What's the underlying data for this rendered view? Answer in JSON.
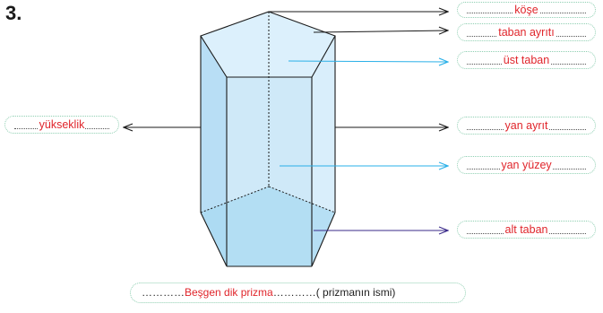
{
  "problem_number": "3.",
  "labels": {
    "kose": "köşe",
    "taban_ayriti": "taban ayrıtı",
    "ust_taban": "üst taban",
    "yukseklik": "yükseklik",
    "yan_ayrit": "yan ayrıt",
    "yan_yuzey": "yan yüzey",
    "alt_taban": "alt taban"
  },
  "answer": {
    "leading_dots": "…………",
    "name": "Beşgen dik prizma",
    "trailing_dots": "…………",
    "note": "( prizmanın ismi)"
  },
  "colors": {
    "prism_fill": "#d4ecfa",
    "prism_side": "#b8def5",
    "bottom_fill": "#a8d9f2",
    "edge": "#1a1a1a",
    "arrow_black": "#1a1a1a",
    "arrow_cyan": "#2ab0e8",
    "arrow_navy": "#3a2a8a",
    "label_text": "#e0252b",
    "pill_border": "#8fcfb2"
  }
}
